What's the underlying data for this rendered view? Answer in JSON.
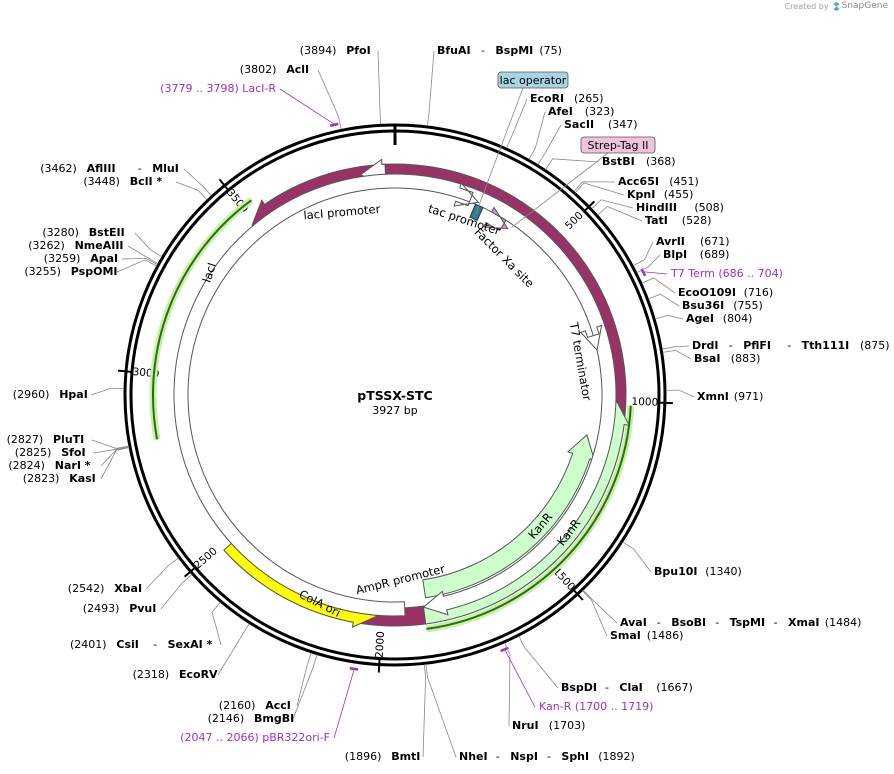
{
  "header": {
    "created_by": "Created by",
    "brand": "SnapGene"
  },
  "plasmid": {
    "name": "pTSSX-STC",
    "size_label": "3927 bp",
    "length": 3927
  },
  "ticks": [
    {
      "pos": 500,
      "label": "500"
    },
    {
      "pos": 1000,
      "label": "1000"
    },
    {
      "pos": 1500,
      "label": "1500"
    },
    {
      "pos": 2000,
      "label": "2000"
    },
    {
      "pos": 2500,
      "label": "2500"
    },
    {
      "pos": 3000,
      "label": "3000"
    },
    {
      "pos": 3500,
      "label": "3500"
    }
  ],
  "features": [
    {
      "name": "lacI",
      "label": "lacI",
      "start": 2460,
      "end": 3490,
      "dir": "ccw",
      "color": "#993366",
      "label_color": "#ffffff"
    },
    {
      "name": "colA-ori",
      "label": "ColA ori",
      "start": 2485,
      "end": 2015,
      "dir": "ccw",
      "color": "#ffff00",
      "label_color": "#000000"
    },
    {
      "name": "kanr-inner",
      "label": "KanR",
      "start": 1870,
      "end": 1110,
      "dir": "ccw",
      "color": "#ccffcc",
      "label_color": "#000000"
    },
    {
      "name": "kanr-outer",
      "label": "KanR",
      "start": 1880,
      "end": 1000,
      "dir": "ccw",
      "color": "#ccffcc",
      "label_color": "#000000"
    },
    {
      "name": "laci-promoter",
      "label": "lacI promoter",
      "start": 3900,
      "end": 3820,
      "dir": "ccw",
      "color": "#ffffff",
      "label_color": "#000000"
    },
    {
      "name": "tac-promoter",
      "label": "tac promoter",
      "start": 255,
      "end": 225,
      "dir": "cw",
      "color": "#ffffff",
      "label_color": "#000000"
    },
    {
      "name": "lac-operator",
      "label": "lac operator",
      "start": 262,
      "end": 278,
      "dir": "cw",
      "color": "#2a8090",
      "label_color": "#000000"
    },
    {
      "name": "strep-tag",
      "label": "Strep-Tag II",
      "start": 372,
      "end": 395,
      "dir": "cw",
      "color": "#e8a0c0",
      "label_color": "#000000"
    },
    {
      "name": "factor-xa",
      "label": "Factor Xa site",
      "start": 354,
      "end": 366,
      "dir": "cw",
      "color": "#cc99cc",
      "label_color": "#000000"
    },
    {
      "name": "t7-terminator",
      "label": "T7 terminator",
      "start": 800,
      "end": 848,
      "dir": "cw",
      "color": "#ffffff",
      "label_color": "#000000"
    },
    {
      "name": "ampr-promoter",
      "label": "AmpR promoter",
      "start": 1960,
      "end": 1900,
      "dir": "cw",
      "color": "#ffffff",
      "label_color": "#000000"
    }
  ],
  "feature_callouts": [
    {
      "name": "lac-operator",
      "text": "lac operator",
      "fill": "#a8d4e0"
    },
    {
      "name": "strep-tag-ii",
      "text": "Strep-Tag II",
      "fill": "#f0c4d8"
    }
  ],
  "enzyme_groups": [
    {
      "name": "pfoi",
      "pos": 3894,
      "parts": [
        [
          "(3894)",
          "n"
        ],
        [
          "PfoI",
          "b"
        ]
      ]
    },
    {
      "name": "bfuai-bspmi",
      "pos": 75,
      "parts": [
        [
          "BfuAI",
          "b"
        ],
        [
          "-",
          "n"
        ],
        [
          "BspMI",
          "b"
        ],
        [
          "(75)",
          "n"
        ]
      ]
    },
    {
      "name": "acli",
      "pos": 3802,
      "parts": [
        [
          "(3802)",
          "n"
        ],
        [
          "AclI",
          "b"
        ]
      ]
    },
    {
      "name": "ecori",
      "pos": 265,
      "parts": [
        [
          "EcoRI",
          "b"
        ],
        [
          "(265)",
          "n"
        ]
      ]
    },
    {
      "name": "afei",
      "pos": 323,
      "parts": [
        [
          "AfeI",
          "b"
        ],
        [
          "(323)",
          "n"
        ]
      ]
    },
    {
      "name": "sacii",
      "pos": 347,
      "parts": [
        [
          "SacII",
          "b"
        ],
        [
          "(347)",
          "n"
        ]
      ]
    },
    {
      "name": "bstbi",
      "pos": 368,
      "parts": [
        [
          "BstBI",
          "b"
        ],
        [
          "(368)",
          "n"
        ]
      ]
    },
    {
      "name": "acc65i",
      "pos": 451,
      "parts": [
        [
          "Acc65I",
          "b"
        ],
        [
          "(451)",
          "n"
        ]
      ]
    },
    {
      "name": "kpni",
      "pos": 455,
      "parts": [
        [
          "KpnI",
          "b"
        ],
        [
          "(455)",
          "n"
        ]
      ]
    },
    {
      "name": "hindiii",
      "pos": 508,
      "parts": [
        [
          "HindIII",
          "b"
        ],
        [
          "(508)",
          "n"
        ]
      ]
    },
    {
      "name": "tati",
      "pos": 528,
      "parts": [
        [
          "TatI",
          "b"
        ],
        [
          "(528)",
          "n"
        ]
      ]
    },
    {
      "name": "avrii",
      "pos": 671,
      "parts": [
        [
          "AvrII",
          "b"
        ],
        [
          "(671)",
          "n"
        ]
      ]
    },
    {
      "name": "blpi",
      "pos": 689,
      "parts": [
        [
          "BlpI",
          "b"
        ],
        [
          "(689)",
          "n"
        ]
      ]
    },
    {
      "name": "eco0109i",
      "pos": 716,
      "parts": [
        [
          "EcoO109I",
          "b"
        ],
        [
          "(716)",
          "n"
        ]
      ]
    },
    {
      "name": "bsu36i",
      "pos": 755,
      "parts": [
        [
          "Bsu36I",
          "b"
        ],
        [
          "(755)",
          "n"
        ]
      ]
    },
    {
      "name": "agei",
      "pos": 804,
      "parts": [
        [
          "AgeI",
          "b"
        ],
        [
          "(804)",
          "n"
        ]
      ]
    },
    {
      "name": "drdi-pflfi-tth111i",
      "pos": 875,
      "parts": [
        [
          "DrdI",
          "b"
        ],
        [
          "-",
          "n"
        ],
        [
          "PflFI",
          "b"
        ],
        [
          "-",
          "n"
        ],
        [
          "Tth111I",
          "b"
        ],
        [
          "(875)",
          "n"
        ]
      ]
    },
    {
      "name": "bsai",
      "pos": 883,
      "parts": [
        [
          "BsaI",
          "b"
        ],
        [
          "(883)",
          "n"
        ]
      ]
    },
    {
      "name": "xmni",
      "pos": 971,
      "parts": [
        [
          "XmnI",
          "b"
        ],
        [
          "(971)",
          "n"
        ]
      ]
    },
    {
      "name": "bpu10i",
      "pos": 1340,
      "parts": [
        [
          "Bpu10I",
          "b"
        ],
        [
          "(1340)",
          "n"
        ]
      ]
    },
    {
      "name": "avai-bsobi-tspmi-xmai",
      "pos": 1484,
      "parts": [
        [
          "AvaI",
          "b"
        ],
        [
          "-",
          "n"
        ],
        [
          "BsoBI",
          "b"
        ],
        [
          "-",
          "n"
        ],
        [
          "TspMI",
          "b"
        ],
        [
          "-",
          "n"
        ],
        [
          "XmaI",
          "b"
        ],
        [
          "(1484)",
          "n"
        ]
      ]
    },
    {
      "name": "smai",
      "pos": 1486,
      "parts": [
        [
          "SmaI",
          "b"
        ],
        [
          "(1486)",
          "n"
        ]
      ]
    },
    {
      "name": "bspdi-clai",
      "pos": 1667,
      "parts": [
        [
          "BspDI",
          "b"
        ],
        [
          "-",
          "n"
        ],
        [
          "ClaI",
          "b"
        ],
        [
          "(1667)",
          "n"
        ]
      ]
    },
    {
      "name": "nrui",
      "pos": 1703,
      "parts": [
        [
          "NruI",
          "b"
        ],
        [
          "(1703)",
          "n"
        ]
      ]
    },
    {
      "name": "nhei-nspi-sphi",
      "pos": 1892,
      "parts": [
        [
          "NheI",
          "b"
        ],
        [
          "-",
          "n"
        ],
        [
          "NspI",
          "b"
        ],
        [
          "-",
          "n"
        ],
        [
          "SphI",
          "b"
        ],
        [
          "(1892)",
          "n"
        ]
      ]
    },
    {
      "name": "bmti",
      "pos": 1896,
      "parts": [
        [
          "(1896)",
          "n"
        ],
        [
          "BmtI",
          "b"
        ]
      ]
    },
    {
      "name": "acci",
      "pos": 2160,
      "parts": [
        [
          "(2160)",
          "n"
        ],
        [
          "AccI",
          "b"
        ]
      ]
    },
    {
      "name": "bmgbi",
      "pos": 2146,
      "parts": [
        [
          "(2146)",
          "n"
        ],
        [
          "BmgBI",
          "b"
        ]
      ]
    },
    {
      "name": "ecorv",
      "pos": 2318,
      "parts": [
        [
          "(2318)",
          "n"
        ],
        [
          "EcoRV",
          "b"
        ]
      ]
    },
    {
      "name": "csii-sexai",
      "pos": 2401,
      "parts": [
        [
          "(2401)",
          "n"
        ],
        [
          "CsiI",
          "b"
        ],
        [
          "-",
          "n"
        ],
        [
          "SexAI *",
          "b"
        ]
      ]
    },
    {
      "name": "pvui",
      "pos": 2493,
      "parts": [
        [
          "(2493)",
          "n"
        ],
        [
          "PvuI",
          "b"
        ]
      ]
    },
    {
      "name": "xbai",
      "pos": 2542,
      "parts": [
        [
          "(2542)",
          "n"
        ],
        [
          "XbaI",
          "b"
        ]
      ]
    },
    {
      "name": "kasi",
      "pos": 2823,
      "parts": [
        [
          "(2823)",
          "n"
        ],
        [
          "KasI",
          "b"
        ]
      ]
    },
    {
      "name": "nari",
      "pos": 2824,
      "parts": [
        [
          "(2824)",
          "n"
        ],
        [
          "NarI *",
          "b"
        ]
      ]
    },
    {
      "name": "sfoi",
      "pos": 2825,
      "parts": [
        [
          "(2825)",
          "n"
        ],
        [
          "SfoI",
          "b"
        ]
      ]
    },
    {
      "name": "pluti",
      "pos": 2827,
      "parts": [
        [
          "(2827)",
          "n"
        ],
        [
          "PluTI",
          "b"
        ]
      ]
    },
    {
      "name": "hpai",
      "pos": 2960,
      "parts": [
        [
          "(2960)",
          "n"
        ],
        [
          "HpaI",
          "b"
        ]
      ]
    },
    {
      "name": "pspomi",
      "pos": 3255,
      "parts": [
        [
          "(3255)",
          "n"
        ],
        [
          "PspOMI",
          "b"
        ]
      ]
    },
    {
      "name": "apai",
      "pos": 3259,
      "parts": [
        [
          "(3259)",
          "n"
        ],
        [
          "ApaI",
          "b"
        ]
      ]
    },
    {
      "name": "nmeaiii",
      "pos": 3262,
      "parts": [
        [
          "(3262)",
          "n"
        ],
        [
          "NmeAIII",
          "b"
        ]
      ]
    },
    {
      "name": "bsteii",
      "pos": 3280,
      "parts": [
        [
          "(3280)",
          "n"
        ],
        [
          "BstEII",
          "b"
        ]
      ]
    },
    {
      "name": "bcli",
      "pos": 3448,
      "parts": [
        [
          "(3448)",
          "n"
        ],
        [
          "BclI *",
          "b"
        ]
      ]
    },
    {
      "name": "aflIII-mlui",
      "pos": 3462,
      "parts": [
        [
          "(3462)",
          "n"
        ],
        [
          "AflIII",
          "b"
        ],
        [
          "-",
          "n"
        ],
        [
          "MluI",
          "b"
        ]
      ]
    }
  ],
  "primers": [
    {
      "name": "laci-r",
      "label": "(3779 .. 3798)  LacI-R",
      "start": 3779,
      "end": 3798
    },
    {
      "name": "t7-term",
      "label": "T7 Term     (686 .. 704)",
      "start": 686,
      "end": 704
    },
    {
      "name": "kan-r",
      "label": "Kan-R     (1700 .. 1719)",
      "start": 1700,
      "end": 1719
    },
    {
      "name": "pbr322ori-f",
      "label": "(2047 .. 2066)  pBR322ori-F",
      "start": 2047,
      "end": 2066
    }
  ]
}
